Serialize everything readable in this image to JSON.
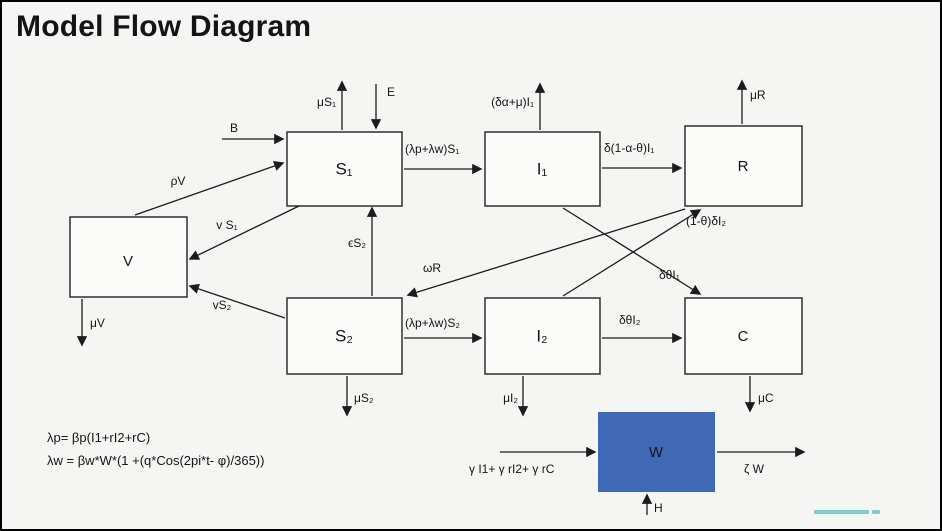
{
  "title": "Model Flow Diagram",
  "diagram": {
    "boxes": {
      "V": {
        "label": "V"
      },
      "S1": {
        "label": "S₁"
      },
      "S2": {
        "label": "S₂"
      },
      "I1": {
        "label": "I₁"
      },
      "I2": {
        "label": "I₂"
      },
      "R": {
        "label": "R"
      },
      "C": {
        "label": "C"
      },
      "W": {
        "label": "W"
      }
    },
    "flows": {
      "mu_s1": "μS₁",
      "E": "E",
      "B": "B",
      "rho_v": "ρV",
      "nu_s1": "v S₁",
      "nu_s2": "vS₂",
      "eps_s2": "ϵS₂",
      "omega_r": "ωR",
      "lambda_s1": "(λp+λw)S₁",
      "delta_alpha_mu_i1": "(δα+μ)I₁",
      "delta_1_alpha_theta_i1": "δ(1-α-θ)I₁",
      "mu_r": "μR",
      "one_theta_delta_i2": "(1-θ)δI₂",
      "delta_theta_i1": "δθI₁",
      "delta_theta_i2": "δθI₂",
      "lambda_s2": "(λp+λw)S₂",
      "mu_v": "μV",
      "mu_s2": "μS₂",
      "mu_i2": "μI₂",
      "mu_c": "μC",
      "gamma_in": "γ I1+ γ rI2+ γ rC",
      "zeta_w": "ζ W",
      "H": "H"
    },
    "equations": {
      "lambda_p": "λp= βp(I1+rI2+rC)",
      "lambda_w": "λw = βw*W*(1 +(q*Cos(2pi*t- φ)/365))"
    }
  },
  "colors": {
    "w_box_fill": "#3f69b5",
    "w_box_stroke": "#2d4f94",
    "watermark": "#14b0a6"
  }
}
